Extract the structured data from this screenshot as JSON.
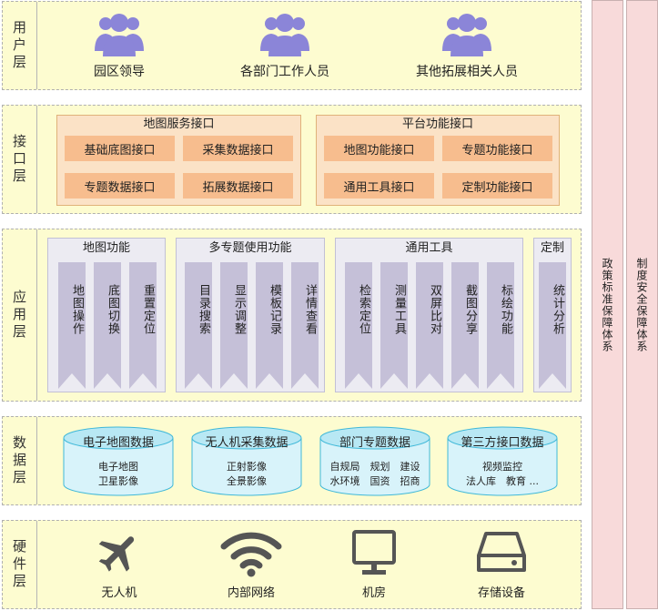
{
  "layers": {
    "user": {
      "label": "用户层",
      "users": [
        {
          "label": "园区领导",
          "icon": "user-group-icon"
        },
        {
          "label": "各部门工作人员",
          "icon": "user-group-icon"
        },
        {
          "label": "其他拓展相关人员",
          "icon": "user-group-icon"
        }
      ]
    },
    "interface": {
      "label": "接口层",
      "groups": [
        {
          "title": "地图服务接口",
          "items": [
            "基础底图接口",
            "采集数据接口",
            "专题数据接口",
            "拓展数据接口"
          ]
        },
        {
          "title": "平台功能接口",
          "items": [
            "地图功能接口",
            "专题功能接口",
            "通用工具接口",
            "定制功能接口"
          ]
        }
      ]
    },
    "application": {
      "label": "应用层",
      "groups": [
        {
          "title": "地图功能",
          "items": [
            "地图操作",
            "底图切换",
            "重置定位"
          ]
        },
        {
          "title": "多专题使用功能",
          "items": [
            "目录搜索",
            "显示调整",
            "模板记录",
            "详情查看"
          ]
        },
        {
          "title": "通用工具",
          "items": [
            "检索定位",
            "测量工具",
            "双屏比对",
            "截图分享",
            "标绘功能"
          ]
        },
        {
          "title": "定制",
          "items": [
            "统计分析"
          ]
        }
      ]
    },
    "data": {
      "label": "数据层",
      "stores": [
        {
          "title": "电子地图数据",
          "lines": [
            "电子地图",
            "卫星影像"
          ]
        },
        {
          "title": "无人机采集数据",
          "lines": [
            "正射影像",
            "全景影像"
          ]
        },
        {
          "title": "部门专题数据",
          "lines": [
            "自规局　规划　建设",
            "水环境　国资　招商"
          ]
        },
        {
          "title": "第三方接口数据",
          "lines": [
            "视频监控",
            "法人库　教育 ..."
          ]
        }
      ]
    },
    "hardware": {
      "label": "硬件层",
      "items": [
        {
          "label": "无人机",
          "icon": "airplane-icon"
        },
        {
          "label": "内部网络",
          "icon": "wifi-icon"
        },
        {
          "label": "机房",
          "icon": "monitor-icon"
        },
        {
          "label": "存储设备",
          "icon": "storage-drive-icon"
        }
      ]
    }
  },
  "side": [
    "政策标准保障体系",
    "制度安全保障体系"
  ],
  "colors": {
    "layer_bg": "#fdfcd0",
    "side_bg": "#f8dada",
    "interface_group_bg": "#fbe2c6",
    "interface_item_bg": "#f7bd8e",
    "app_group_bg": "#ecebf2",
    "app_item_bg": "#c5c0d8",
    "cylinder_top": "#b8e8f4",
    "cylinder_body": "#d8f3fa",
    "user_icon": "#8b85d8",
    "hardware_icon": "#555555"
  }
}
